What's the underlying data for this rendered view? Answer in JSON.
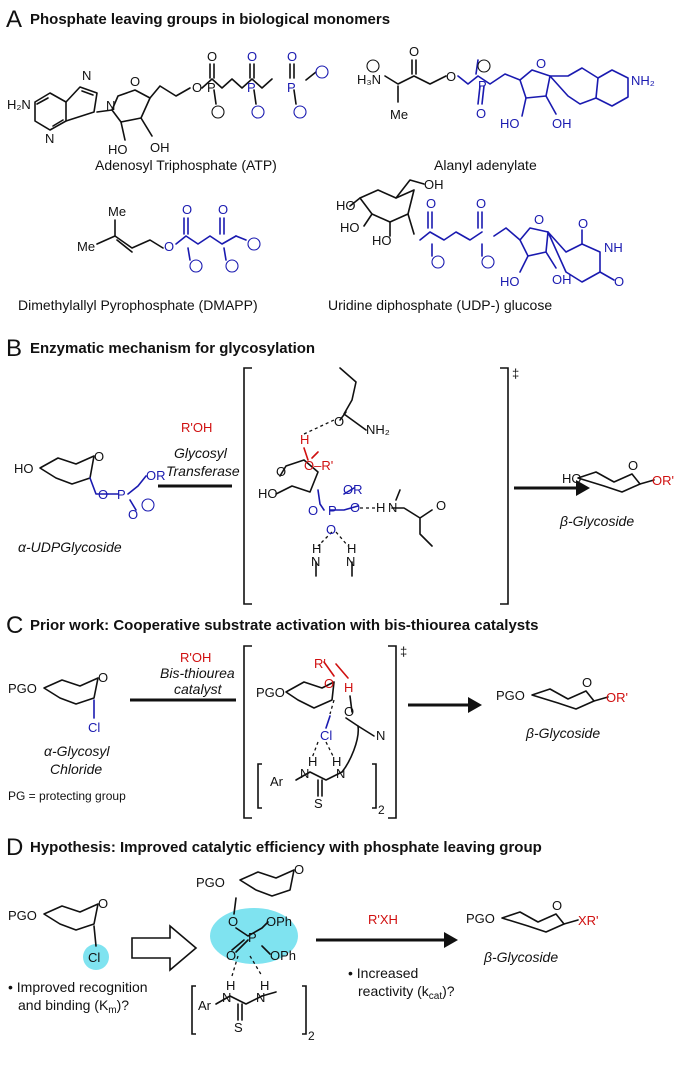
{
  "panel_a": {
    "letter": "A",
    "heading": "Phosphate leaving groups in biological monomers",
    "atp_caption": "Adenosyl Triphosphate (ATP)",
    "alanyl_caption": "Alanyl adenylate",
    "dmapp_caption": "Dimethylallyl Pyrophosphate (DMAPP)",
    "udp_caption": "Uridine diphosphate (UDP-) glucose"
  },
  "panel_b": {
    "letter": "B",
    "heading": "Enzymatic mechanism for glycosylation",
    "reagent": "R'OH",
    "enzyme_line1": "Glycosyl",
    "enzyme_line2": "Transferase",
    "substrate_prefix": "α-UDP",
    "substrate_suffix": "Glycoside",
    "product": "β-Glycoside",
    "ts_mark": "‡"
  },
  "panel_c": {
    "letter": "C",
    "heading": "Prior work: Cooperative substrate activation with bis-thiourea catalysts",
    "reagent": "R'OH",
    "catalyst_line1": "Bis-thiourea",
    "catalyst_line2": "catalyst",
    "substrate_line1": "α-Glycosyl",
    "substrate_line2": "Chloride",
    "pg_note": "PG = protecting group",
    "product": "β-Glycoside",
    "ts_mark": "‡",
    "subscript": "2"
  },
  "panel_d": {
    "letter": "D",
    "heading": "Hypothesis: Improved catalytic efficiency with phosphate leaving group",
    "reagent": "R'XH",
    "product": "β-Glycoside",
    "bullet1_line1": "• Improved recognition",
    "bullet1_line2": "and binding (K",
    "bullet1_sub": "m",
    "bullet1_end": ")?",
    "bullet2_line1": "• Increased",
    "bullet2_line2": "reactivity (k",
    "bullet2_sub": "cat",
    "bullet2_end": ")?",
    "subscript": "2"
  },
  "atoms": {
    "H2N": "H₂N",
    "NH2": "NH₂",
    "N": "N",
    "O": "O",
    "P": "P",
    "HO": "HO",
    "OH": "OH",
    "H3N": "H₃N",
    "Me": "Me",
    "NH": "NH",
    "H": "H",
    "Ar": "Ar",
    "S": "S",
    "Cl": "Cl",
    "OR": "OR",
    "OPh": "OPh",
    "PGO": "PGO",
    "OR_prime": "OR'",
    "O_R_prime": "O–R'",
    "R_prime": "R'",
    "XR_prime": "XR'",
    "minus": "−",
    "plus": "+"
  },
  "colors": {
    "phosphate_blue": "#1a1ab0",
    "nucleophile_red": "#d01010",
    "highlight_cyan": "#7fe3f0",
    "ink": "#111111"
  }
}
